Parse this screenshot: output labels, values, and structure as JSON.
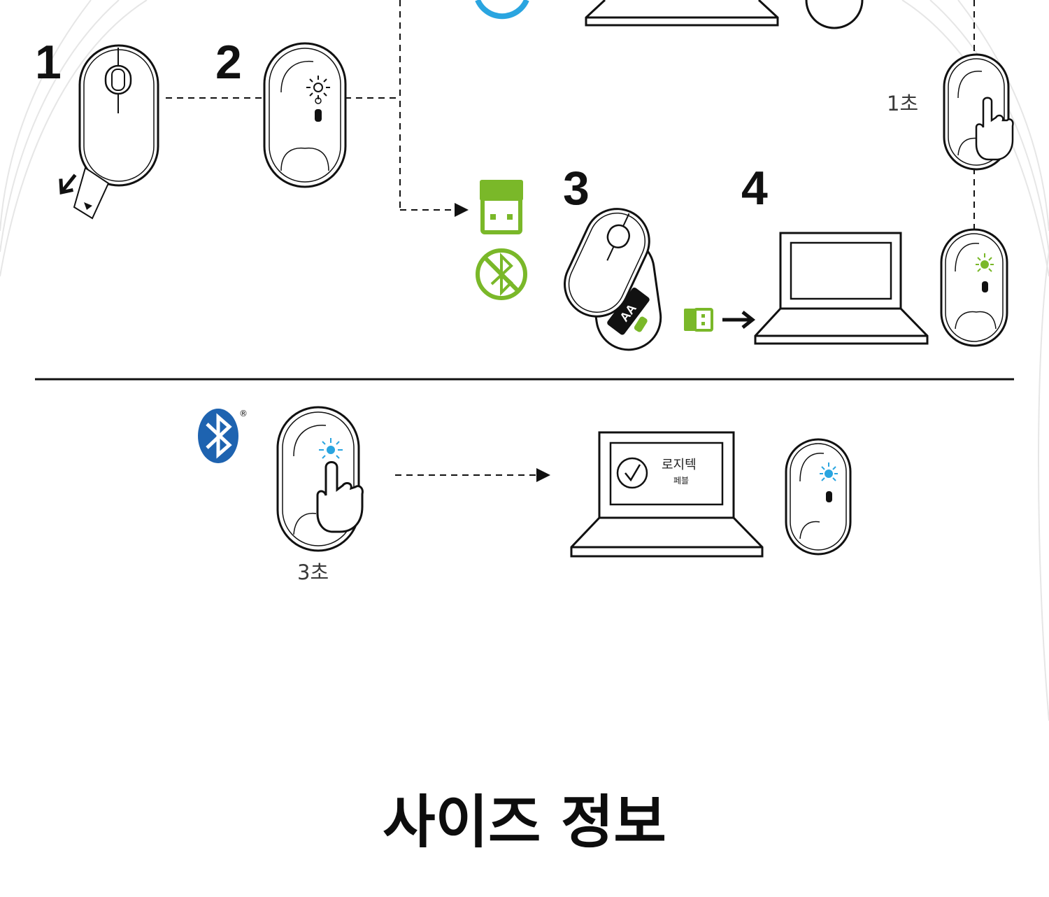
{
  "steps": [
    "1",
    "2",
    "3",
    "4"
  ],
  "labels": {
    "hold_1s": "1초",
    "hold_3s": "3초",
    "battery": "AA",
    "screen_brand": "로지텍",
    "screen_model": "페블"
  },
  "registered_mark": "®",
  "page_title": "사이즈 정보",
  "colors": {
    "green": "#7ab829",
    "blue": "#1e63b0",
    "light_blue": "#2aa5e0",
    "ink": "#111111"
  }
}
